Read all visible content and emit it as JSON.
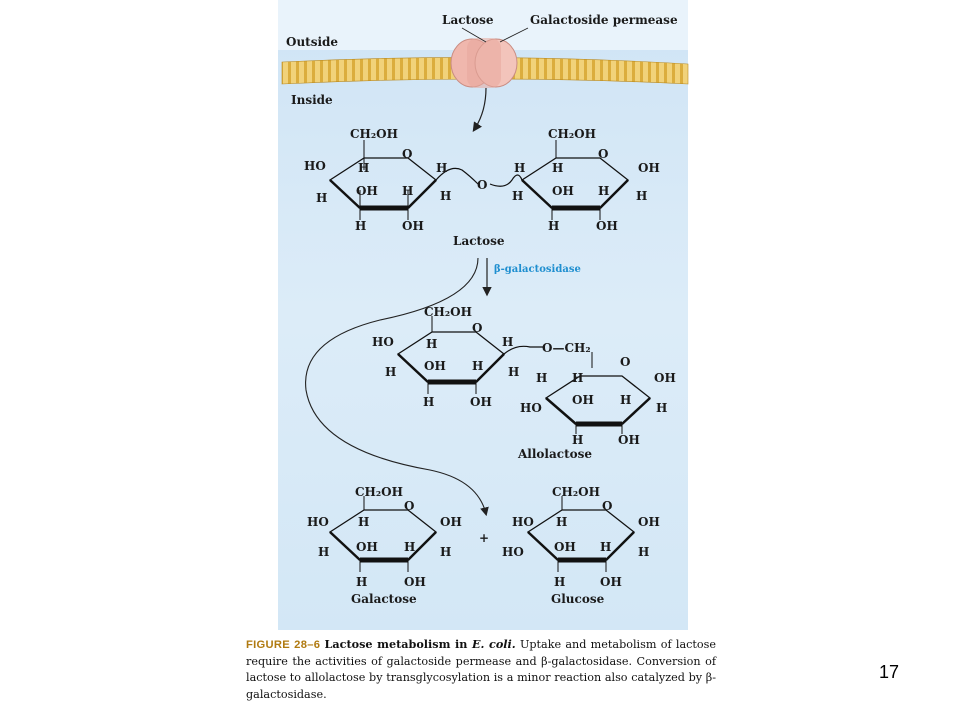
{
  "labels": {
    "lactose_top": "Lactose",
    "permease": "Galactoside permease",
    "outside": "Outside",
    "inside": "Inside",
    "lactose_mid": "Lactose",
    "enzyme": "β-galactosidase",
    "allolactose": "Allolactose",
    "galactose": "Galactose",
    "glucose": "Glucose",
    "plus": "+",
    "ring_atoms": {
      "ch2oh": "CH₂OH",
      "o": "O",
      "h": "H",
      "oh": "OH",
      "ho": "HO",
      "och2": "O—CH₂"
    }
  },
  "caption": {
    "figure_label": "FIGURE 28–6",
    "title_pre": "Lactose metabolism in ",
    "title_italic": "E. coli.",
    "body": " Uptake and metabolism of lactose require the activities of galactoside permease and β-galactosidase. Conversion of lactose to allolactose by transglycosylation is a minor reaction also catalyzed by β-galactosidase."
  },
  "page_number": "17",
  "colors": {
    "background_panel": "#d6e9f7",
    "membrane": "#e7c45a",
    "permease": "#efb9b0",
    "enzyme_text": "#1f8fd0"
  }
}
